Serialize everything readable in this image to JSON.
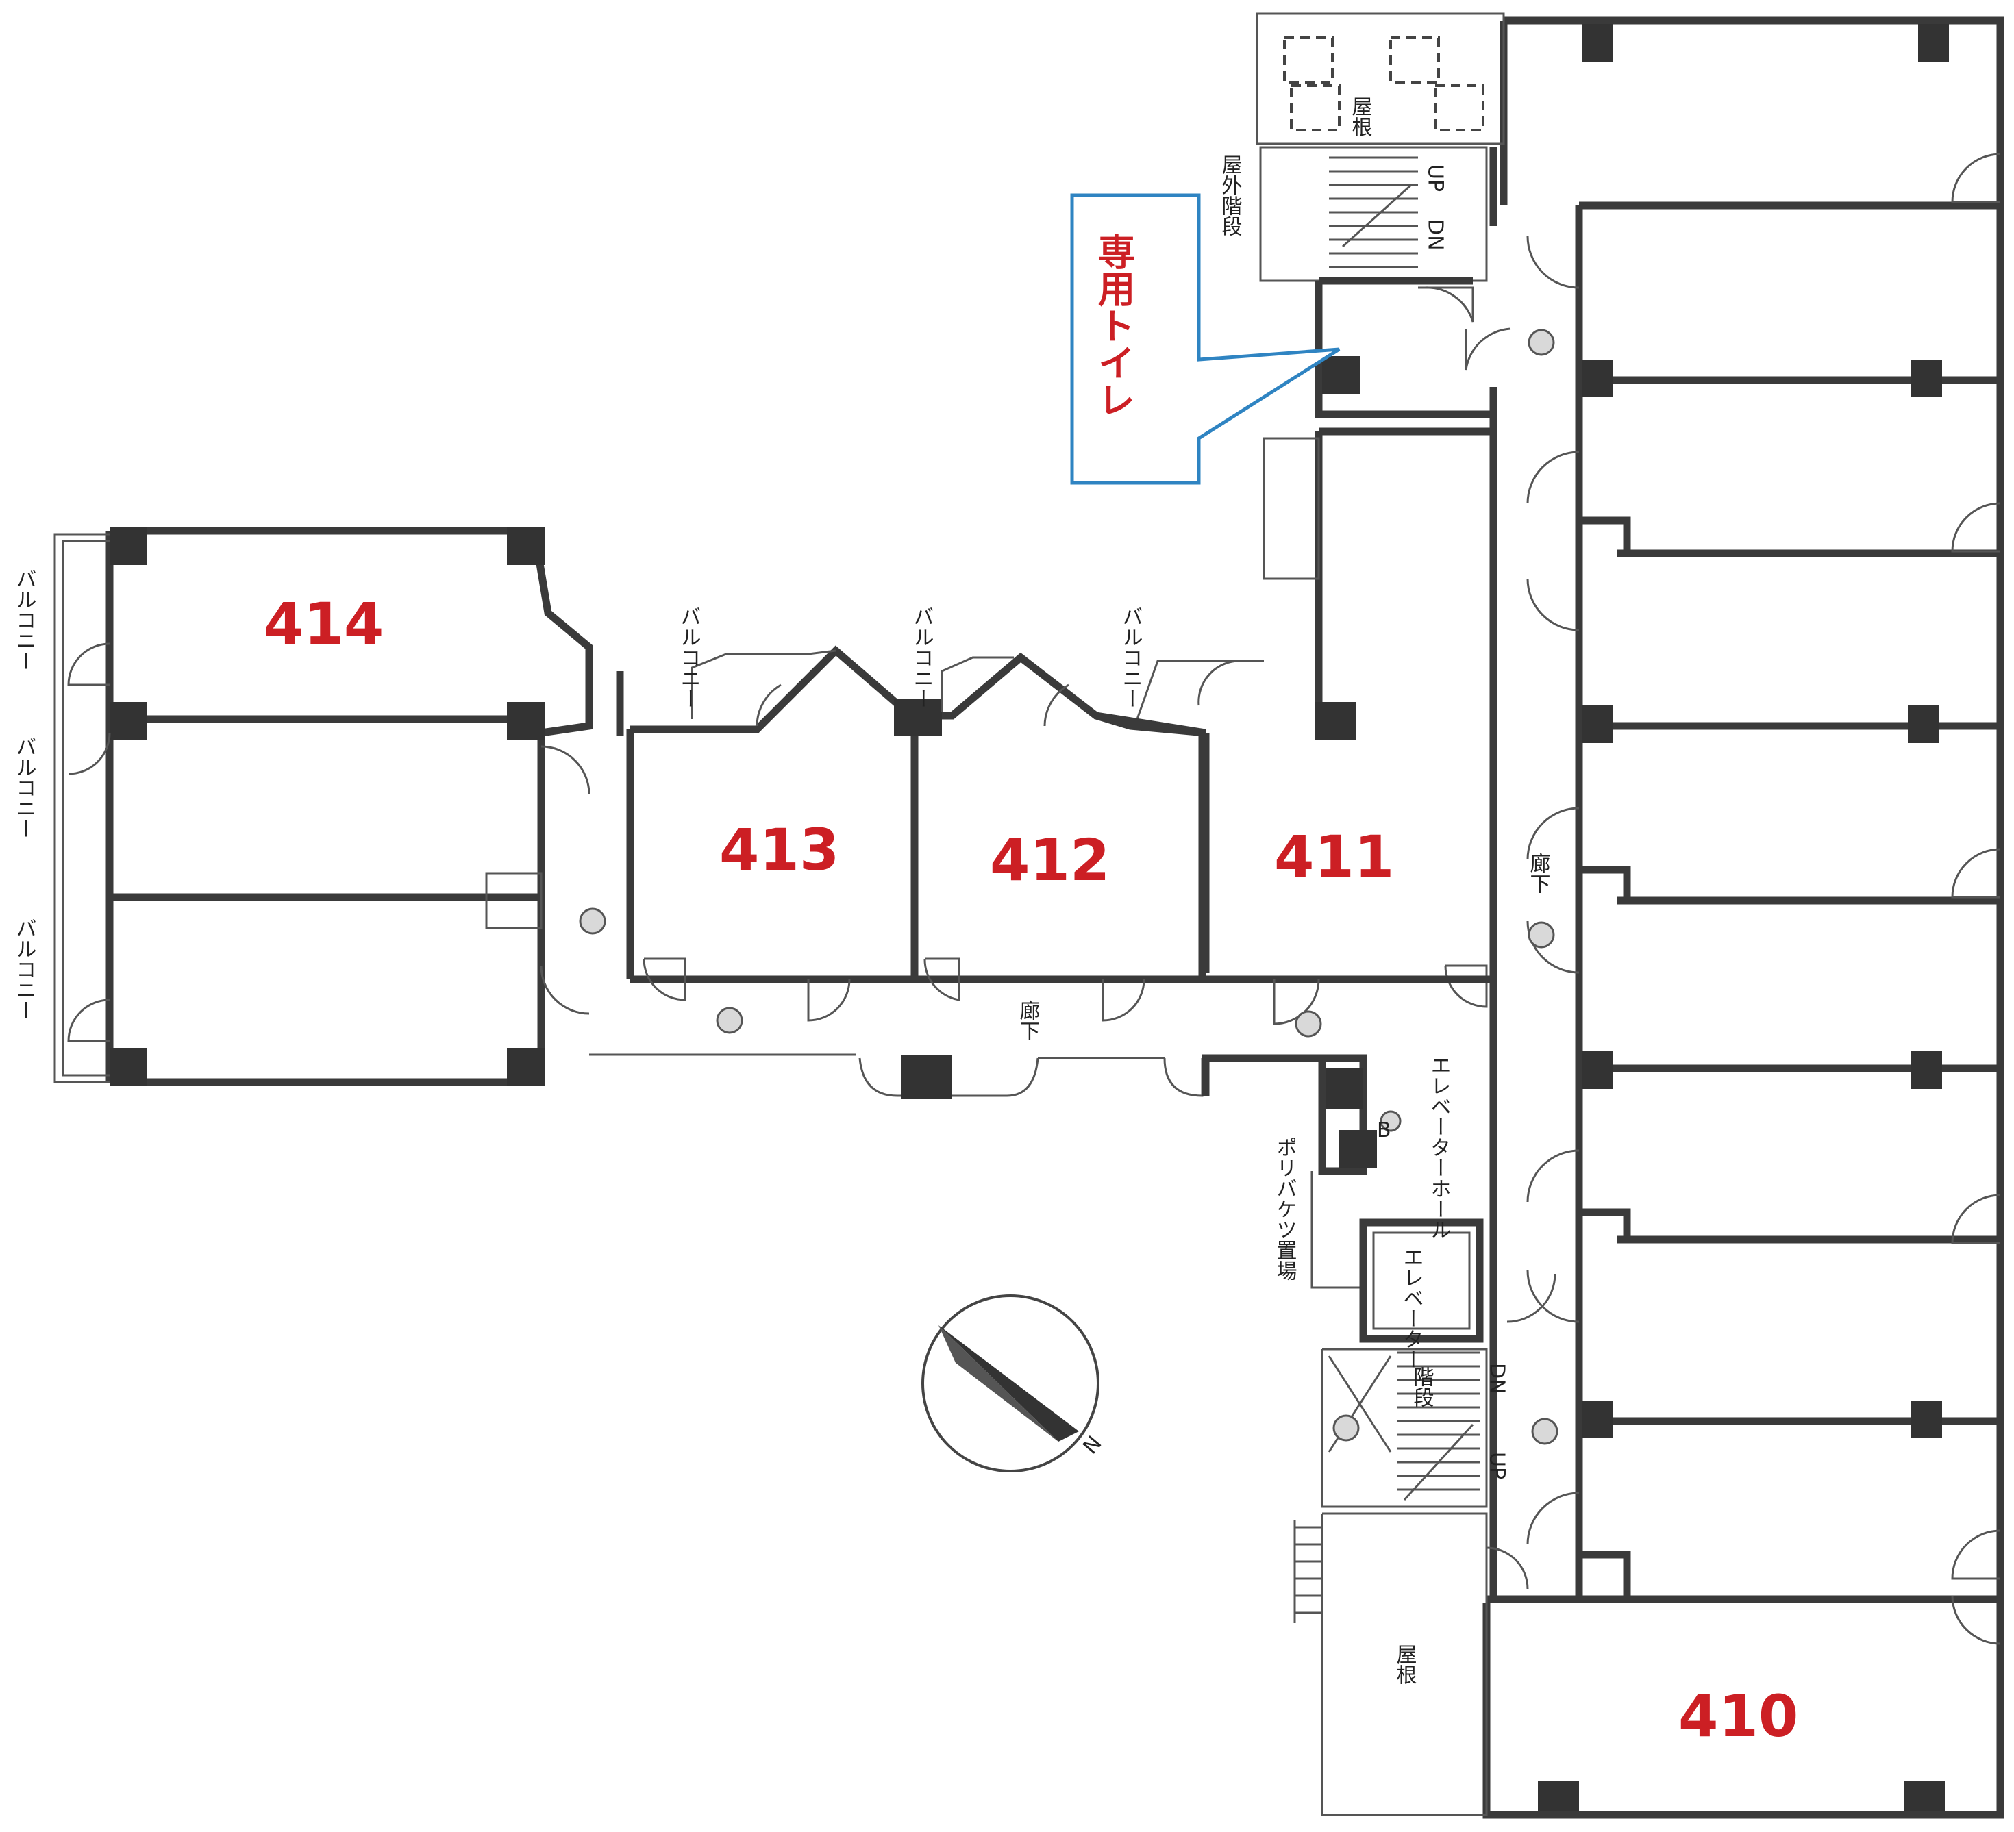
{
  "rooms": {
    "r414": "414",
    "r413": "413",
    "r412": "412",
    "r411": "411",
    "r410": "410"
  },
  "callout": {
    "label": "専用トイレ",
    "border_color": "#2f84c2",
    "text_color": "#cc1f24"
  },
  "labels": {
    "outdoor_stairs": "屋外階段",
    "roof_top": "屋根",
    "roof_bottom": "屋根",
    "balcony": "バルコニー",
    "corridor_1": "廊下",
    "corridor_2": "廊下",
    "elevator_hall": "エレベーターホール",
    "elevator": "エレベーター",
    "stairs": "階段",
    "polybucket": "ポリバケツ置場",
    "up_top": "UP",
    "dn_top": "DN",
    "up_bottom": "UP",
    "dn_bottom": "DN",
    "b_mark": "B",
    "north": "N"
  },
  "icons": [
    "compass-icon",
    "pipe-shaft-icon",
    "door-swing-icon"
  ]
}
